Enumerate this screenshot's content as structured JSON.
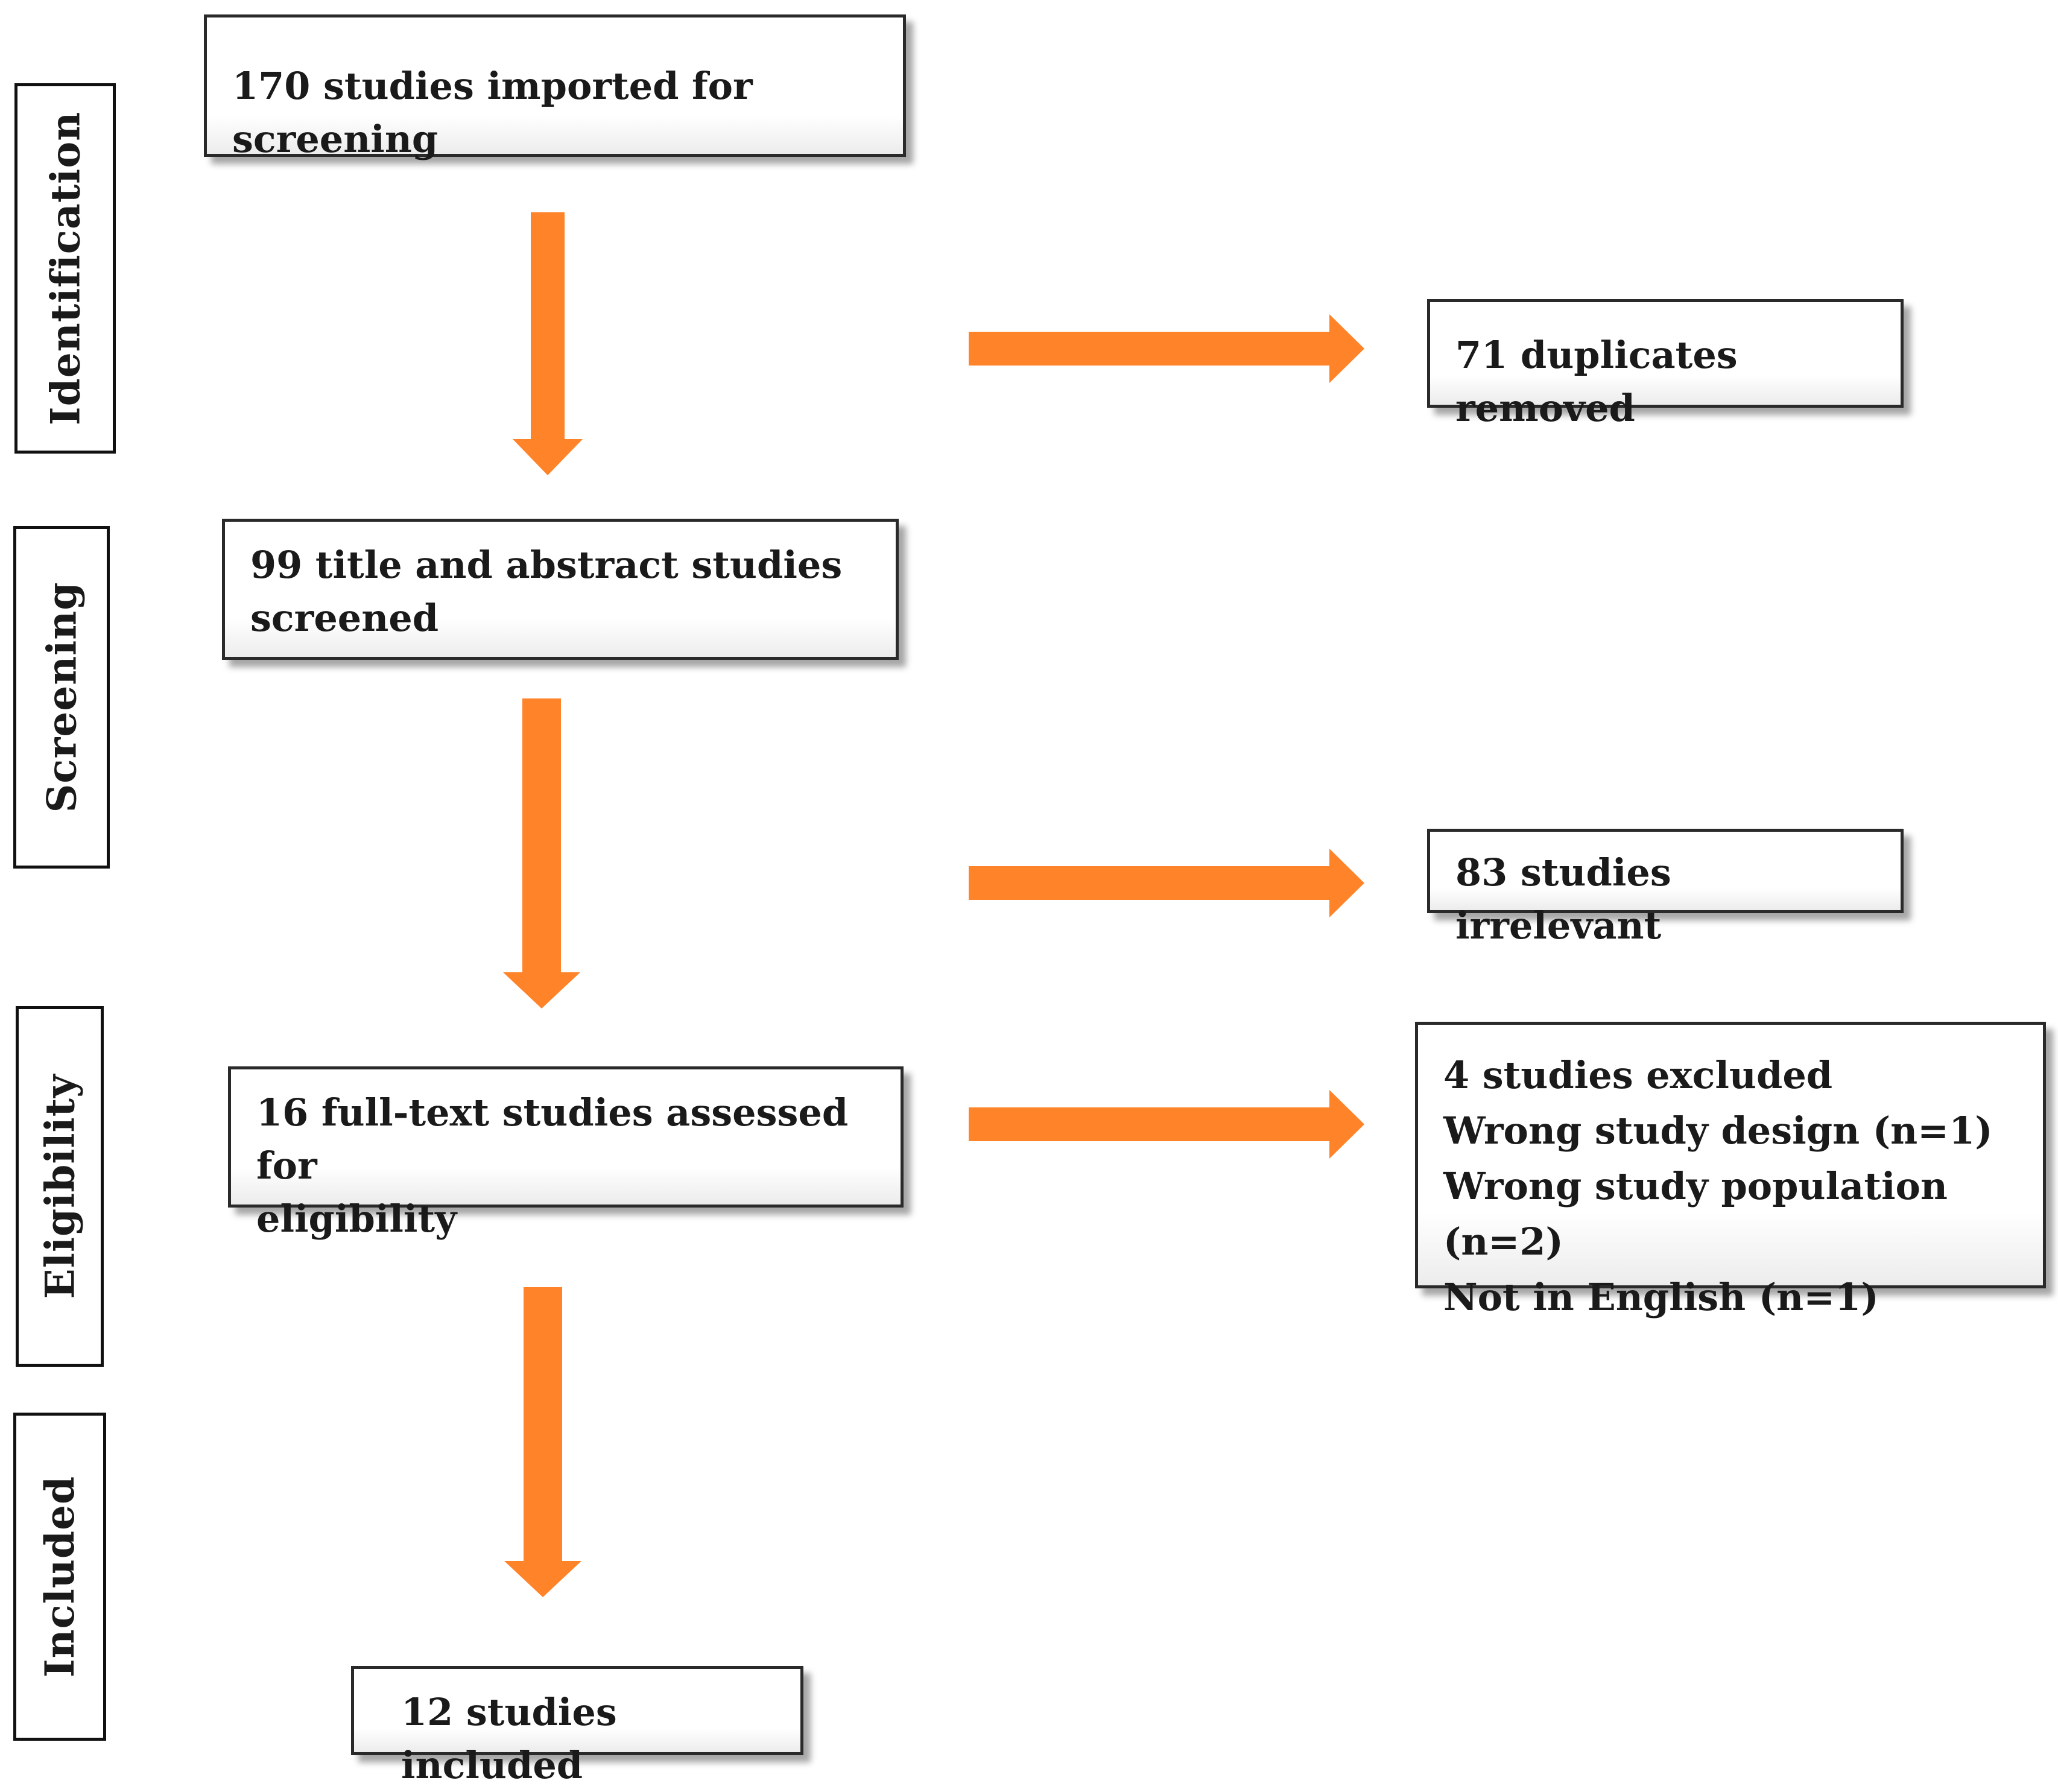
{
  "stages": {
    "identification": "Identification",
    "screening": "Screening",
    "eligibility": "Eligibility",
    "included": "Included"
  },
  "boxes": {
    "imported": "170 studies imported for screening",
    "duplicates": "71 duplicates removed",
    "title_abstract_line1": "99 title and abstract studies",
    "title_abstract_line2": "screened",
    "irrelevant": "83 studies irrelevant",
    "fulltext_line1": "16 full-text studies assessed for",
    "fulltext_line2": "eligibility",
    "excluded": {
      "heading": "4 studies excluded",
      "reasons": [
        "Wrong study design (n=1)",
        "Wrong study population (n=2)",
        "Not in English (n=1)"
      ]
    },
    "included": "12 studies included"
  },
  "colors": {
    "arrow": "#FF8329",
    "border": "#2a2a2a"
  }
}
